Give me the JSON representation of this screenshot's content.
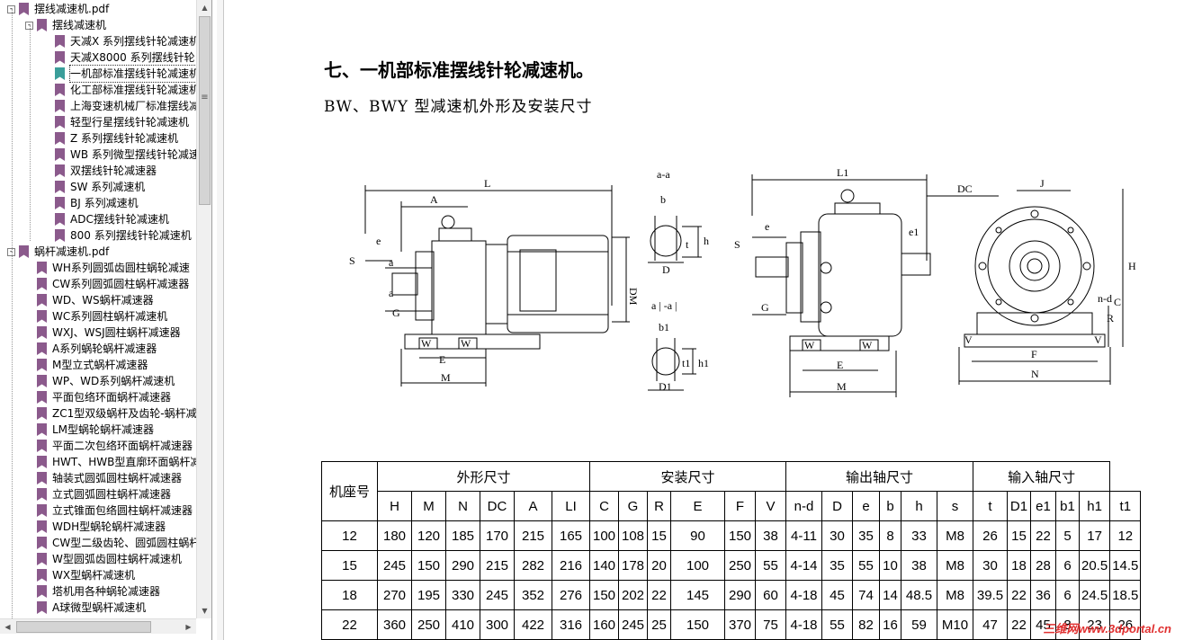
{
  "sidebar": {
    "tree": [
      {
        "label": "摆线减速机.pdf",
        "level": 0,
        "toggle": "-",
        "selected": false
      },
      {
        "label": "摆线减速机",
        "level": 1,
        "toggle": "-",
        "selected": false
      },
      {
        "label": "天减X 系列摆线针轮减速机",
        "level": 2,
        "selected": false
      },
      {
        "label": "天减X8000 系列摆线针轮",
        "level": 2,
        "selected": false
      },
      {
        "label": "一机部标准摆线针轮减速机",
        "level": 2,
        "selected": true
      },
      {
        "label": "化工部标准摆线针轮减速机",
        "level": 2,
        "selected": false
      },
      {
        "label": "上海变速机械厂标准摆线减",
        "level": 2,
        "selected": false
      },
      {
        "label": "轻型行星摆线针轮减速机",
        "level": 2,
        "selected": false
      },
      {
        "label": "Z 系列摆线针轮减速机",
        "level": 2,
        "selected": false
      },
      {
        "label": "WB 系列微型摆线针轮减速",
        "level": 2,
        "selected": false
      },
      {
        "label": "双摆线针轮减速器",
        "level": 2,
        "selected": false
      },
      {
        "label": "SW 系列减速机",
        "level": 2,
        "selected": false
      },
      {
        "label": "BJ 系列减速机",
        "level": 2,
        "selected": false
      },
      {
        "label": "ADC摆线针轮减速机",
        "level": 2,
        "selected": false
      },
      {
        "label": "800 系列摆线针轮减速机",
        "level": 2,
        "selected": false
      },
      {
        "label": "蜗杆减速机.pdf",
        "level": 0,
        "toggle": "-",
        "selected": false
      },
      {
        "label": "WH系列圆弧齿圆柱蜗轮减速",
        "level": 1,
        "selected": false
      },
      {
        "label": "CW系列圆弧圆柱蜗杆减速器",
        "level": 1,
        "selected": false
      },
      {
        "label": "WD、WS蜗杆减速器",
        "level": 1,
        "selected": false
      },
      {
        "label": "WC系列圆柱蜗杆减速机",
        "level": 1,
        "selected": false
      },
      {
        "label": "WXJ、WSJ圆柱蜗杆减速器",
        "level": 1,
        "selected": false
      },
      {
        "label": "A系列蜗轮蜗杆减速器",
        "level": 1,
        "selected": false
      },
      {
        "label": "M型立式蜗杆减速器",
        "level": 1,
        "selected": false
      },
      {
        "label": "WP、WD系列蜗杆减速机",
        "level": 1,
        "selected": false
      },
      {
        "label": "平面包络环面蜗杆减速器",
        "level": 1,
        "selected": false
      },
      {
        "label": "ZC1型双级蜗杆及齿轮-蜗杆减",
        "level": 1,
        "selected": false
      },
      {
        "label": "LM型蜗轮蜗杆减速器",
        "level": 1,
        "selected": false
      },
      {
        "label": "平面二次包络环面蜗杆减速器",
        "level": 1,
        "selected": false
      },
      {
        "label": "HWT、HWB型直廓环面蜗杆减",
        "level": 1,
        "selected": false
      },
      {
        "label": "轴装式圆弧圆柱蜗杆减速器",
        "level": 1,
        "selected": false
      },
      {
        "label": "立式圆弧圆柱蜗杆减速器",
        "level": 1,
        "selected": false
      },
      {
        "label": "立式锥面包络圆柱蜗杆减速器",
        "level": 1,
        "selected": false
      },
      {
        "label": "WDH型蜗轮蜗杆减速器",
        "level": 1,
        "selected": false
      },
      {
        "label": "CW型二级齿轮、圆弧圆柱蜗杆",
        "level": 1,
        "selected": false
      },
      {
        "label": "W型圆弧齿圆柱蜗杆减速机",
        "level": 1,
        "selected": false
      },
      {
        "label": "WX型蜗杆减速机",
        "level": 1,
        "selected": false
      },
      {
        "label": "塔机用各种蜗轮减速器",
        "level": 1,
        "selected": false
      },
      {
        "label": "A球微型蜗杆减速机",
        "level": 1,
        "selected": false
      }
    ]
  },
  "document": {
    "heading": "七、一机部标准摆线针轮减速机。",
    "subheading": "BW、BWY 型减速机外形及安装尺寸",
    "drawing_labels": {
      "L": "L",
      "A": "A",
      "e": "e",
      "S": "S",
      "a": "a",
      "G": "G",
      "W": "W",
      "E": "E",
      "M": "M",
      "DM": "DM",
      "aa": "a-a",
      "b": "b",
      "h": "h",
      "t": "t",
      "D": "D",
      "aa2": "a | -a |",
      "b1": "b1",
      "h1": "h1",
      "t1": "t1",
      "D1": "D1",
      "L1": "L1",
      "e1": "e1",
      "DC": "DC",
      "J": "J",
      "H": "H",
      "C": "C",
      "nd": "n-d",
      "R": "R",
      "V": "V",
      "F": "F",
      "N": "N"
    },
    "table": {
      "row_header": "机座号",
      "groups": [
        {
          "label": "外形尺寸",
          "span": 6
        },
        {
          "label": "安装尺寸",
          "span": 6
        },
        {
          "label": "输出轴尺寸",
          "span": 6
        },
        {
          "label": "输入轴尺寸",
          "span": 5
        }
      ],
      "columns": [
        "H",
        "M",
        "N",
        "DC",
        "A",
        "LI",
        "C",
        "G",
        "R",
        "E",
        "F",
        "V",
        "n-d",
        "D",
        "e",
        "b",
        "h",
        "s",
        "t",
        "D1",
        "e1",
        "b1",
        "h1",
        "t1"
      ],
      "rows": [
        [
          "12",
          "180",
          "120",
          "185",
          "170",
          "215",
          "165",
          "100",
          "108",
          "15",
          "90",
          "150",
          "38",
          "4-11",
          "30",
          "35",
          "8",
          "33",
          "M8",
          "26",
          "15",
          "22",
          "5",
          "17",
          "12"
        ],
        [
          "15",
          "245",
          "150",
          "290",
          "215",
          "282",
          "216",
          "140",
          "178",
          "20",
          "100",
          "250",
          "55",
          "4-14",
          "35",
          "55",
          "10",
          "38",
          "M8",
          "30",
          "18",
          "28",
          "6",
          "20.5",
          "14.5"
        ],
        [
          "18",
          "270",
          "195",
          "330",
          "245",
          "352",
          "276",
          "150",
          "202",
          "22",
          "145",
          "290",
          "60",
          "4-18",
          "45",
          "74",
          "14",
          "48.5",
          "M8",
          "39.5",
          "22",
          "36",
          "6",
          "24.5",
          "18.5"
        ],
        [
          "22",
          "360",
          "250",
          "410",
          "300",
          "422",
          "316",
          "160",
          "245",
          "25",
          "150",
          "370",
          "75",
          "4-18",
          "55",
          "82",
          "16",
          "59",
          "M10",
          "47",
          "22",
          "45",
          "8",
          "23",
          "26"
        ]
      ]
    },
    "watermark": "三维网www.3dportal.cn"
  },
  "colors": {
    "bookmark": "#8b5a8c",
    "bookmark_selected": "#3a9e9a",
    "watermark": "#e03030"
  }
}
